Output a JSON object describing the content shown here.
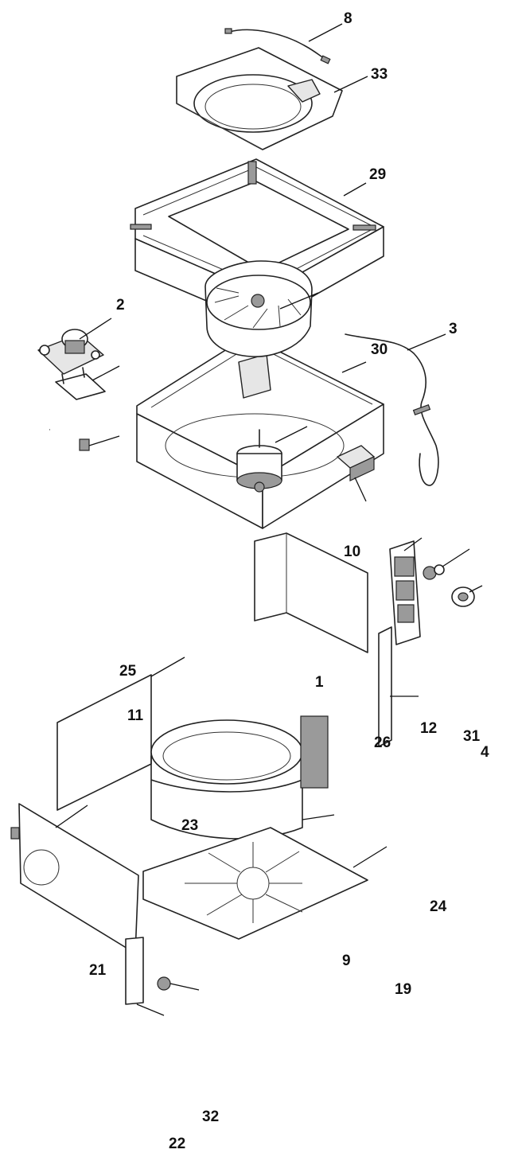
{
  "parts": [
    {
      "id": "p8",
      "label": "8"
    },
    {
      "id": "p33",
      "label": "33"
    },
    {
      "id": "p29",
      "label": "29"
    },
    {
      "id": "p30",
      "label": "30"
    },
    {
      "id": "p10",
      "label": "10"
    },
    {
      "id": "p2",
      "label": "2"
    },
    {
      "id": "p3",
      "label": "3"
    },
    {
      "id": "p25",
      "label": "25"
    },
    {
      "id": "p1",
      "label": "1"
    },
    {
      "id": "p11",
      "label": "11"
    },
    {
      "id": "p26",
      "label": "26"
    },
    {
      "id": "p12",
      "label": "12"
    },
    {
      "id": "p31",
      "label": "31"
    },
    {
      "id": "p4",
      "label": "4"
    },
    {
      "id": "p23",
      "label": "23"
    },
    {
      "id": "p24",
      "label": "24"
    },
    {
      "id": "p9",
      "label": "9"
    },
    {
      "id": "p21",
      "label": "21"
    },
    {
      "id": "p19",
      "label": "19"
    },
    {
      "id": "p32",
      "label": "32"
    },
    {
      "id": "p22",
      "label": "22"
    }
  ]
}
